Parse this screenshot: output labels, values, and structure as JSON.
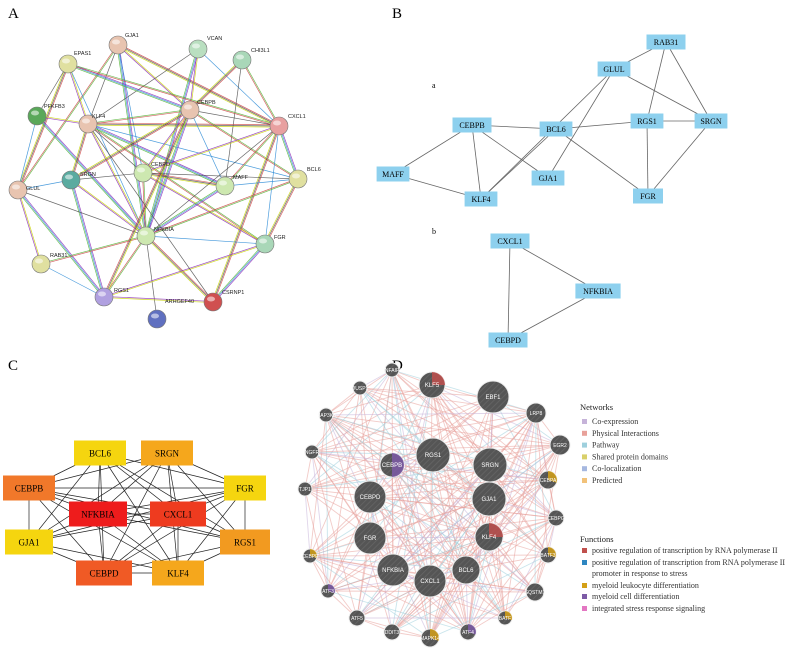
{
  "panels": {
    "a": "A",
    "b": "B",
    "c": "C",
    "d": "D"
  },
  "panel_a": {
    "nodes": [
      "GJA1",
      "VCAN",
      "CHI3L1",
      "EPAS1",
      "PFKFB3",
      "KLF4",
      "CEBPB",
      "CXCL1",
      "SRGN",
      "CEBPD",
      "MAFF",
      "BCL6",
      "GLUL",
      "NFKBIA",
      "FGR",
      "RAB31",
      "RGS1",
      "CSRNP1",
      "ARHGEF40"
    ]
  },
  "panel_b": {
    "sublabels": {
      "a": "a",
      "b": "b"
    },
    "nodes": [
      "RAB31",
      "GLUL",
      "RGS1",
      "SRGN",
      "CEBPB",
      "BCL6",
      "MAFF",
      "GJA1",
      "KLF4",
      "FGR",
      "CXCL1",
      "NFKBIA",
      "CEBPD"
    ]
  },
  "panel_c": {
    "nodes": [
      "BCL6",
      "SRGN",
      "CEBPB",
      "FGR",
      "NFKBIA",
      "CXCL1",
      "GJA1",
      "RGS1",
      "CEBPD",
      "KLF4"
    ]
  },
  "panel_d": {
    "nodes": [
      "TNFAIP3",
      "KLF5",
      "EBF1",
      "DUSP1",
      "LRP8",
      "MAP3K8",
      "RGS1",
      "SRGN",
      "EGR2",
      "CEBPB",
      "NGFR",
      "CEBPA",
      "CEBPD",
      "GJA1",
      "CEBPG",
      "TJP1",
      "FGR",
      "KLF4",
      "CEBPE",
      "BATF3",
      "NFKBIA",
      "CXCL1",
      "BCL6",
      "ATF3",
      "SQSTM1",
      "BATF",
      "ATF5",
      "DDIT3",
      "MAPK14",
      "ATF4"
    ],
    "networks_title": "Networks",
    "networks": [
      {
        "label": "Co-expression",
        "color": "#c6b3d9"
      },
      {
        "label": "Physical Interactions",
        "color": "#e8a19a"
      },
      {
        "label": "Pathway",
        "color": "#9fd0dd"
      },
      {
        "label": "Shared protein domains",
        "color": "#d9d06a"
      },
      {
        "label": "Co-localization",
        "color": "#a6b8e0"
      },
      {
        "label": "Predicted",
        "color": "#f2c27a"
      }
    ],
    "functions_title": "Functions",
    "functions": [
      {
        "label": "positive regulation of transcription by RNA polymerase II",
        "color": "#c0504d"
      },
      {
        "label": "positive regulation of transcription from RNA polymerase II",
        "color": "#2e86c1"
      },
      {
        "label": "promoter in response to stress",
        "color": ""
      },
      {
        "label": "myeloid leukocyte differentiation",
        "color": "#d4a017"
      },
      {
        "label": "myeloid cell differentiation",
        "color": "#7d5ba6"
      },
      {
        "label": "integrated stress response signaling",
        "color": "#e377c2"
      }
    ]
  }
}
